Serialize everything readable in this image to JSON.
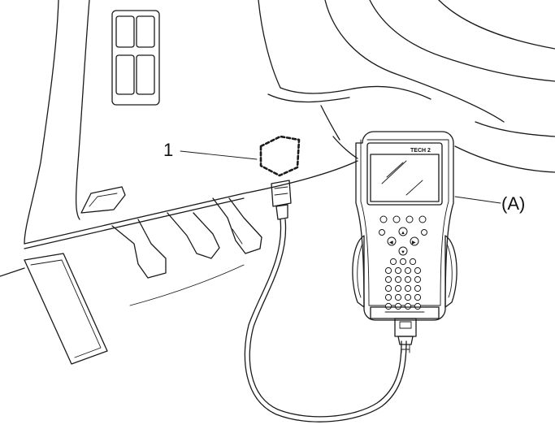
{
  "callouts": {
    "dlc_number": "1",
    "scan_tool_letter": "(A)"
  },
  "device": {
    "brand_label": "TECH 2"
  },
  "key_glyphs": {
    "up": "▲",
    "left": "◀",
    "right": "▶",
    "down": "▼"
  }
}
